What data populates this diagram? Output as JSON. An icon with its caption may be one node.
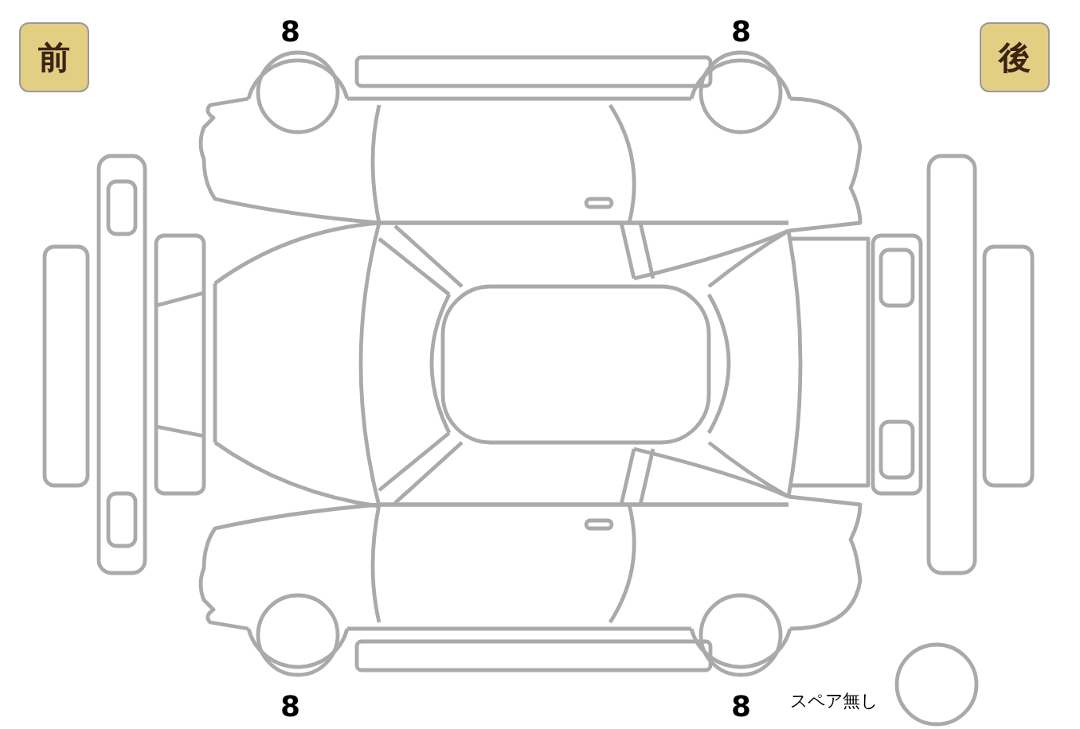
{
  "diagram": {
    "nodes": [
      {
        "text": [
          "前"
        ]
      },
      {
        "text": [
          "後"
        ]
      }
    ],
    "labels": [
      "8",
      "8",
      "8",
      "8",
      "スペア無し"
    ]
  }
}
